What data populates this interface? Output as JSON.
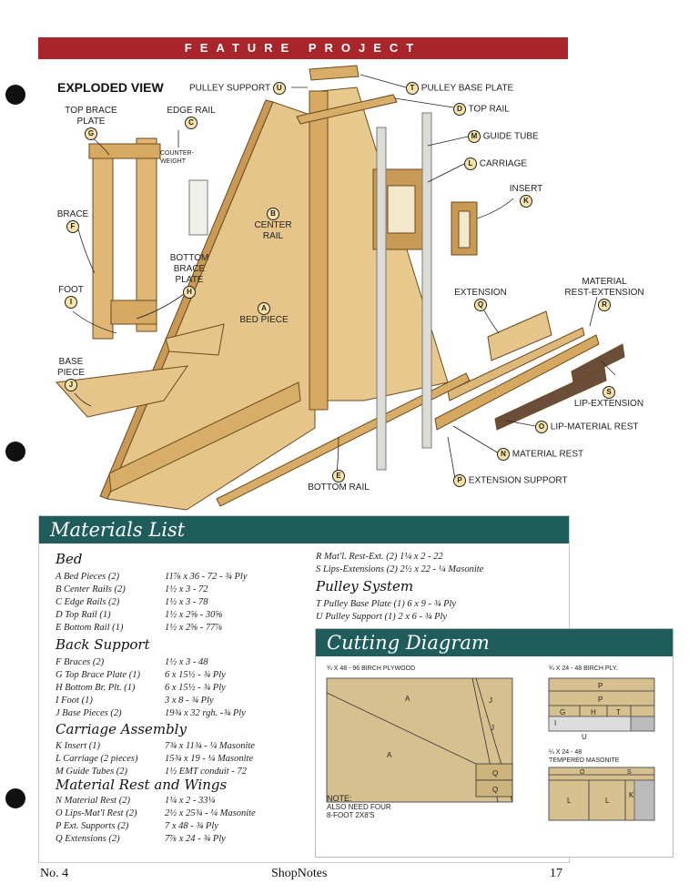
{
  "header": {
    "banner": "FEATURE PROJECT",
    "exploded_view": "EXPLODED VIEW"
  },
  "labels": {
    "pulley_support": "PULLEY SUPPORT",
    "pulley_support_letter": "U",
    "pulley_base_plate": "PULLEY BASE PLATE",
    "pulley_base_plate_letter": "T",
    "top_rail": "TOP RAIL",
    "top_rail_letter": "D",
    "guide_tube": "GUIDE TUBE",
    "guide_tube_letter": "M",
    "carriage": "CARRIAGE",
    "carriage_letter": "L",
    "insert": "INSERT",
    "insert_letter": "K",
    "top_brace_plate_1": "TOP BRACE",
    "top_brace_plate_2": "PLATE",
    "top_brace_plate_letter": "G",
    "edge_rail": "EDGE RAIL",
    "edge_rail_letter": "C",
    "counterweight_1": "COUNTER-",
    "counterweight_2": "WEIGHT",
    "brace": "BRACE",
    "brace_letter": "F",
    "center_rail_1": "CENTER",
    "center_rail_2": "RAIL",
    "center_rail_letter": "B",
    "bottom_brace_plate_1": "BOTTOM",
    "bottom_brace_plate_2": "BRACE",
    "bottom_brace_plate_3": "PLATE",
    "bottom_brace_plate_letter": "H",
    "foot": "FOOT",
    "foot_letter": "I",
    "bed_piece": "BED PIECE",
    "bed_piece_letter": "A",
    "base_piece_1": "BASE",
    "base_piece_2": "PIECE",
    "base_piece_letter": "J",
    "extension": "EXTENSION",
    "extension_letter": "Q",
    "material_rest_ext_1": "MATERIAL",
    "material_rest_ext_2": "REST-EXTENSION",
    "material_rest_ext_letter": "R",
    "lip_extension": "LIP-EXTENSION",
    "lip_extension_letter": "S",
    "lip_material_rest": "LIP-MATERIAL REST",
    "lip_material_rest_letter": "O",
    "material_rest": "MATERIAL REST",
    "material_rest_letter": "N",
    "bottom_rail": "BOTTOM RAIL",
    "bottom_rail_letter": "E",
    "extension_support": "EXTENSION SUPPORT",
    "extension_support_letter": "P"
  },
  "materials": {
    "title": "Materials List",
    "bed": {
      "title": "Bed",
      "items": [
        {
          "k": "A",
          "n": "Bed Pieces (2)",
          "d": "11⅞ x 36 - 72 - ¾ Ply"
        },
        {
          "k": "B",
          "n": "Center Rails (2)",
          "d": "1½ x 3 - 72"
        },
        {
          "k": "C",
          "n": "Edge Rails (2)",
          "d": "1½ x 3 - 78"
        },
        {
          "k": "D",
          "n": "Top Rail (1)",
          "d": "1½ x 2⅝ - 30⅝"
        },
        {
          "k": "E",
          "n": "Bottom Rail (1)",
          "d": "1½ x 2⅝ - 77⅞"
        }
      ]
    },
    "back": {
      "title": "Back Support",
      "items": [
        {
          "k": "F",
          "n": "Braces (2)",
          "d": "1½ x 3 - 48"
        },
        {
          "k": "G",
          "n": "Top Brace Plate (1)",
          "d": "6 x 15½ - ¾ Ply"
        },
        {
          "k": "H",
          "n": "Bottom Br. Plt. (1)",
          "d": "6 x 15½ - ¾ Ply"
        },
        {
          "k": "I",
          "n": "Foot (1)",
          "d": "3 x 8 - ¾ Ply"
        },
        {
          "k": "J",
          "n": "Base Pieces (2)",
          "d": "19¾ x 32 rgh. -¾ Ply"
        }
      ]
    },
    "carriage": {
      "title": "Carriage Assembly",
      "items": [
        {
          "k": "K",
          "n": "Insert (1)",
          "d": "7¾ x 11¾ - ¼ Masonite"
        },
        {
          "k": "L",
          "n": "Carriage (2 pieces)",
          "d": "15¾ x 19 - ¼ Masonite"
        },
        {
          "k": "M",
          "n": "Guide Tubes (2)",
          "d": "1½ EMT conduit - 72"
        }
      ]
    },
    "wings": {
      "title": "Material Rest and Wings",
      "items": [
        {
          "k": "N",
          "n": "Material Rest (2)",
          "d": "1¼ x 2 - 33¼"
        },
        {
          "k": "O",
          "n": "Lips-Mat'l Rest (2)",
          "d": "2½ x 25¾ - ¼ Masonite"
        },
        {
          "k": "P",
          "n": "Ext. Supports (2)",
          "d": "7 x 48 - ¾ Ply"
        },
        {
          "k": "Q",
          "n": "Extensions (2)",
          "d": "7⅞ x 24 - ¾ Ply"
        }
      ]
    },
    "extras": {
      "items": [
        {
          "k": "R",
          "n": "Mat'l. Rest-Ext. (2)",
          "d": "1¼ x 2 - 22"
        },
        {
          "k": "S",
          "n": "Lips-Extensions (2)",
          "d": "2½ x 22 - ¼ Masonite"
        }
      ]
    },
    "pulley": {
      "title": "Pulley System",
      "items": [
        {
          "k": "T",
          "n": "Pulley Base Plate (1)",
          "d": "6 x 9 - ¾ Ply"
        },
        {
          "k": "U",
          "n": "Pulley Support (1)",
          "d": "2 x 6 - ¾ Ply"
        }
      ]
    }
  },
  "cutting": {
    "title": "Cutting Diagram",
    "board1": "¾ x 48 - 96 BIRCH PLYWOOD",
    "board2": "¾ x 24 - 48 BIRCH PLY.",
    "board3_1": "¼ x 24 - 48",
    "board3_2": "TEMPERED MASONITE",
    "note_1": "NOTE:",
    "note_2": "ALSO NEED FOUR",
    "note_3": "8-FOOT 2x8's",
    "parts": {
      "a": "A",
      "j": "J",
      "q": "Q",
      "p": "P",
      "g": "G",
      "h": "H",
      "t": "T",
      "i": "I",
      "u": "U",
      "o": "O",
      "s": "S",
      "l": "L",
      "k": "K"
    }
  },
  "footer": {
    "issue": "No. 4",
    "magazine": "ShopNotes",
    "page": "17"
  }
}
